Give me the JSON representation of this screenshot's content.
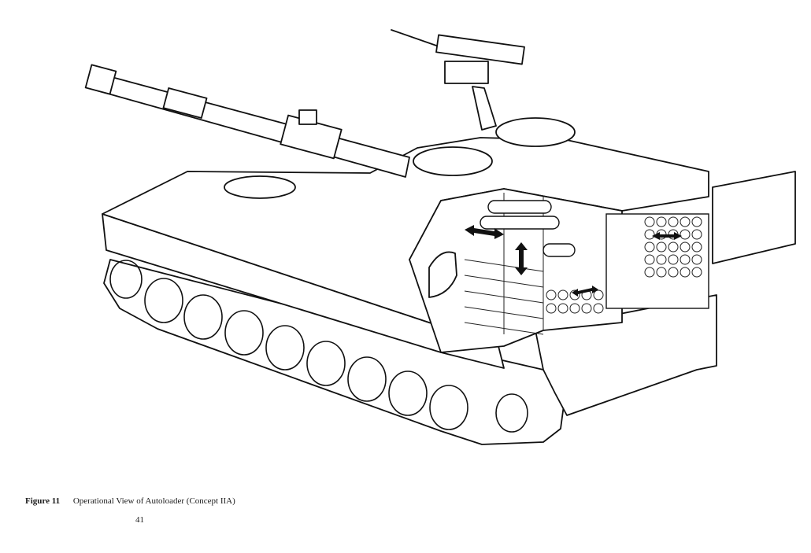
{
  "caption": {
    "figure_label": "Figure 11",
    "figure_title": "Operational View of Autoloader (Concept IIA)"
  },
  "page_number": "41"
}
